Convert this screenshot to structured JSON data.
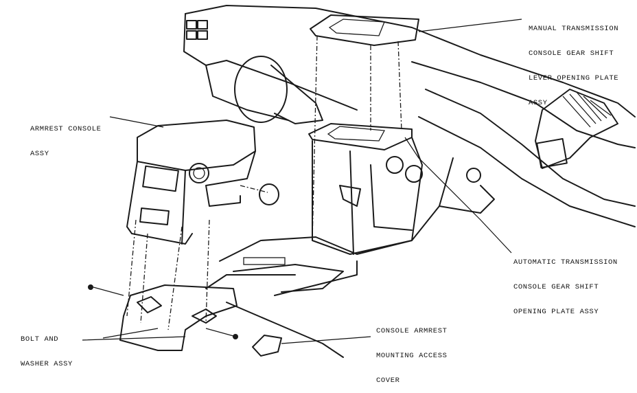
{
  "labels": {
    "manual_plate": [
      "MANUAL TRANSMISSION",
      "CONSOLE GEAR SHIFT",
      "LEVER OPENING PLATE",
      "ASSY"
    ],
    "armrest_console": [
      "ARMREST CONSOLE",
      "ASSY"
    ],
    "auto_plate": [
      "AUTOMATIC TRANSMISSION",
      "CONSOLE GEAR SHIFT",
      "OPENING PLATE ASSY"
    ],
    "access_cover": [
      "CONSOLE ARMREST",
      "MOUNTING ACCESS",
      "COVER"
    ],
    "bolt_washer": [
      "BOLT AND",
      "WASHER ASSY"
    ]
  },
  "colors": {
    "ink": "#1a1a1a",
    "paper": "#ffffff"
  }
}
